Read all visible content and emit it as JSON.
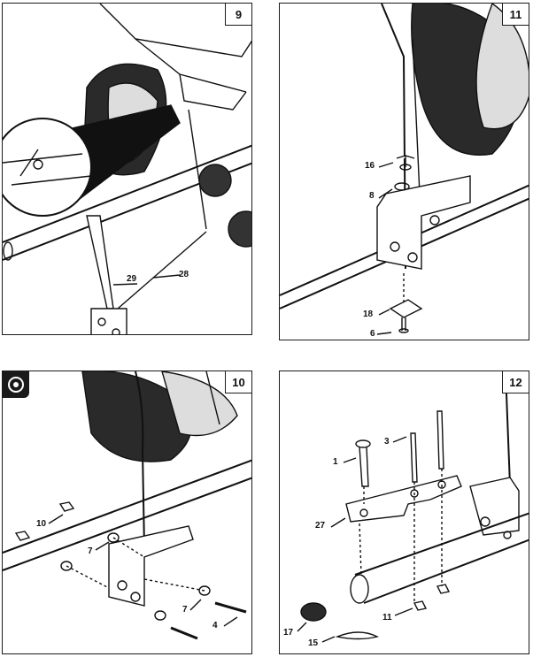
{
  "panels": {
    "p9": {
      "number": "9",
      "callouts": {
        "c29": "29",
        "c28": "28"
      }
    },
    "p11": {
      "number": "11",
      "callouts": {
        "c16": "16",
        "c8": "8",
        "c18": "18",
        "c6": "6"
      }
    },
    "p10": {
      "number": "10",
      "callouts": {
        "c10": "10",
        "c7a": "7",
        "c7b": "7",
        "c4": "4"
      }
    },
    "p12": {
      "number": "12",
      "callouts": {
        "c1": "1",
        "c3": "3",
        "c27": "27",
        "c11": "11",
        "c17": "17",
        "c15": "15"
      }
    }
  },
  "icons": {
    "note_badge": "caution-note-icon"
  }
}
